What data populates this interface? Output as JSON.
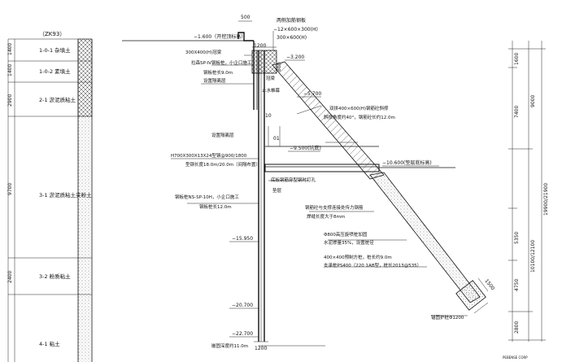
{
  "borehole": {
    "id": "（ZK93）",
    "layers": [
      {
        "name": "1-0-1  杂填土",
        "thickness": "1400"
      },
      {
        "name": "1-0-2  素填土",
        "thickness": "1400"
      },
      {
        "name": "2-1  淤泥质粘土",
        "thickness": "2900"
      },
      {
        "name": "3-1  淤泥质粘土夹粉土",
        "thickness": "9700"
      },
      {
        "name": "3-2  粉质粘土",
        "thickness": "2400"
      },
      {
        "name": "4-1  粘土",
        "thickness": ""
      }
    ]
  },
  "right_dims": {
    "inner": [
      "1600",
      "7400",
      "5350",
      "4750",
      "2800"
    ],
    "outer_a": [
      "9000",
      "10100/12100"
    ],
    "outer_b": [
      "19900/21900"
    ]
  },
  "elevations": {
    "top": "−1.600（开挖顶标高）",
    "e1": "−3.200",
    "e2": "−5.700",
    "e3": "−9.500(坑底)",
    "e4": "−10.600(垫层底标高)",
    "e5": "−15.950",
    "e6": "−20.700",
    "e7": "−22.700"
  },
  "dims": {
    "top_500": "500",
    "d1200": "1200",
    "d800": "800",
    "d1500": "1500",
    "d1200b": "1200",
    "d10": "10",
    "d01": "01"
  },
  "annotations": {
    "a1": "两侧加筋钢板",
    "a2": "−12×600×300(H)",
    "a3": "300×600(H)",
    "a4": "300X400(H)冠梁",
    "a5": "拉森SP-IV钢板桩，小企口施工",
    "a6": "钢板桩长9.0m",
    "a7": "设置隔离层",
    "a8": "冠梁",
    "a9": "双拼400×600(H)钢筋砼斜撑",
    "a10": "斜撑角度约40°，钢筋砼长约12.0m",
    "a11": "止水帷幕",
    "a12": "设置隔离层",
    "a13": "H700X300X13X24型钢@900/1800",
    "a14": "型钢长度18.0m/20.0m（间隔布置）",
    "a15": "底板钢筋穿型钢时打孔",
    "a16": "垫层",
    "a17": "钢板桩NS-SP-10H，小企口施工",
    "a18": "钢板桩长12.0m",
    "a19": "钢筋砼与支撑连接处传力钢筋",
    "a20": "焊缝长度大于8mm",
    "a21": "Φ800高压旋喷桩加固",
    "a22": "水泥掺量35%，设置桩径",
    "a23": "400×400预制方桩，桩长约9.0m",
    "a24": "支承桩PS400（220 1AB型，桩长2013@535）",
    "a25": "嵌固深度约11.0m",
    "a26": "锚固护桩Φ1200"
  },
  "footer": "PEBENSE CORP"
}
